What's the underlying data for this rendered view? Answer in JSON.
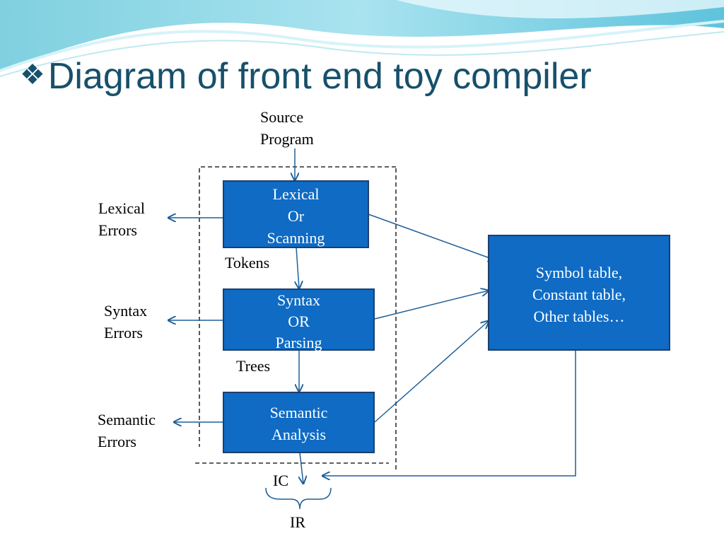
{
  "slide": {
    "title_bullet": "❖",
    "title": "Diagram of front end toy compiler"
  },
  "diagram": {
    "source": [
      "Source",
      "Program"
    ],
    "boxes": {
      "lexical": [
        "Lexical",
        "Or",
        "Scanning"
      ],
      "syntax": [
        "Syntax",
        "OR",
        "Parsing"
      ],
      "semantic": [
        "Semantic",
        "Analysis"
      ],
      "tables": [
        "Symbol table,",
        "Constant table,",
        "Other tables…"
      ]
    },
    "errors": {
      "lexical": [
        "Lexical",
        "Errors"
      ],
      "syntax": [
        "Syntax",
        "Errors"
      ],
      "semantic": [
        "Semantic",
        "Errors"
      ]
    },
    "edges": {
      "tokens": "Tokens",
      "trees": "Trees",
      "ic": "IC",
      "ir": "IR"
    },
    "colors": {
      "box_fill": "#0f6bc4",
      "box_border": "#1c3f6e",
      "arrow": "#1f5f99",
      "title": "#17506b"
    }
  }
}
